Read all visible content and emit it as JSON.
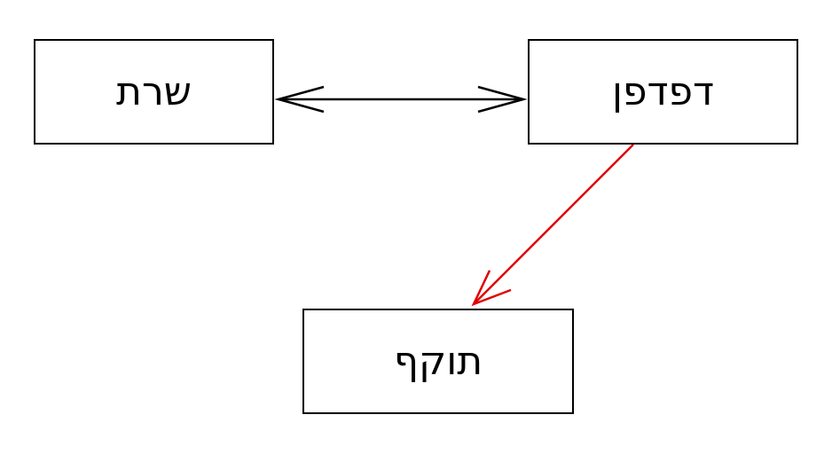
{
  "nodes": {
    "server": {
      "label": "שרת"
    },
    "browser": {
      "label": "דפדפן"
    },
    "attacker": {
      "label": "תוקף"
    }
  },
  "edges": [
    {
      "from": "browser",
      "to": "server",
      "direction": "both",
      "color": "#000000"
    },
    {
      "from": "browser",
      "to": "attacker",
      "direction": "forward",
      "color": "#e00000"
    }
  ]
}
